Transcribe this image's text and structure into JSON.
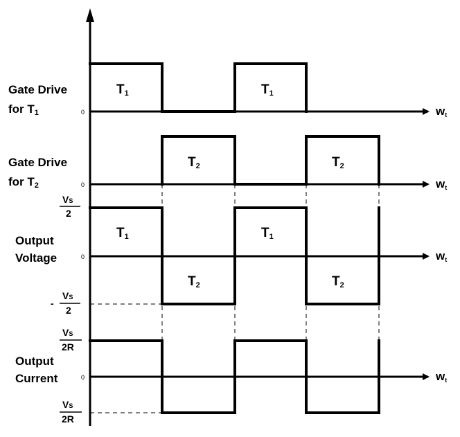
{
  "rows": {
    "gate_t1": {
      "label_line1": "Gate Drive",
      "label_line2_prefix": "for T",
      "label_line2_sub": "1"
    },
    "gate_t2": {
      "label_line1": "Gate Drive",
      "label_line2_prefix": "for T",
      "label_line2_sub": "2"
    },
    "voltage": {
      "label_line1": "Output",
      "label_line2": "Voltage"
    },
    "current": {
      "label_line1": "Output",
      "label_line2": "Current"
    }
  },
  "axis": {
    "zero": "0",
    "end_main": "w",
    "end_sub": "t"
  },
  "pulse": {
    "t1_main": "T",
    "t1_sub": "1",
    "t2_main": "T",
    "t2_sub": "2"
  },
  "levels": {
    "v_pos_num_main": "V",
    "v_pos_num_sub": "S",
    "v_pos_den": "2",
    "v_neg_sign": "-",
    "v_neg_num_main": "V",
    "v_neg_num_sub": "S",
    "v_neg_den": "2",
    "i_pos_num_main": "V",
    "i_pos_num_sub": "S",
    "i_pos_den": "2R",
    "i_neg_num_main": "V",
    "i_neg_num_sub": "S",
    "i_neg_den": "2R"
  }
}
